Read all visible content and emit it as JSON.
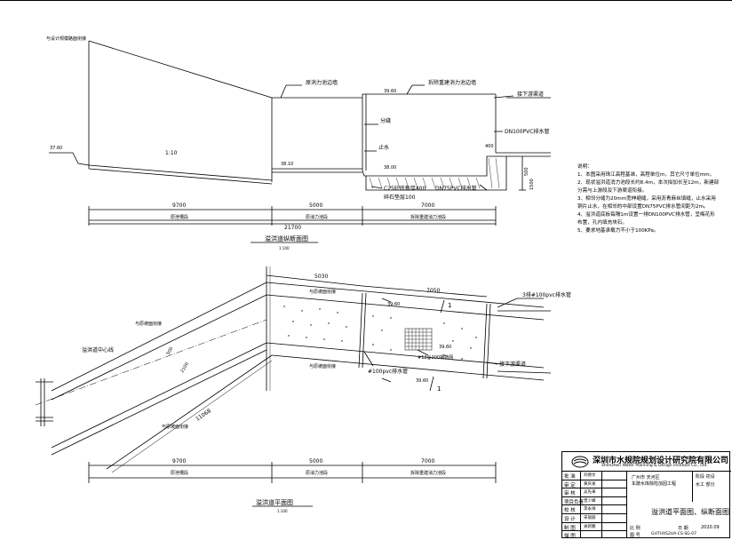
{
  "profile": {
    "top_left_note": "与设计规模路面衔接",
    "label_orig_wall": "原消力池边墙",
    "label_rebuild_wall": "拆除重建消力池边墙",
    "label_joint": "分缝",
    "label_waterstop": "止水",
    "label_downstream": "接下游渠道",
    "label_drainpipe": "DN100PVC排水管",
    "label_c25": "C25砼底板厚400",
    "label_gravel": "碎石垫层100",
    "label_dn75": "DN75PVC排水管",
    "slope": "1:10",
    "elev_left": "37.60",
    "elev_mid": "38.10",
    "elev_top": "39.60",
    "elev_bot": "38.00",
    "dim_400": "400",
    "dim_500": "500",
    "dim_1500": "1500",
    "dims": [
      "9700",
      "5000",
      "7000"
    ],
    "seg_names": [
      "原泄槽段",
      "原消力池段",
      "拆除重建消力池段"
    ],
    "total": "21700",
    "title": "溢洪道纵断面图",
    "scale": "1:100"
  },
  "plan": {
    "label_centerline": "溢洪道中心线",
    "label_road_a": "与原坡面衔接",
    "label_road_b": "与原坡面衔接",
    "label_road_c": "与原坡面衔接",
    "label_road_d": "与原坡面衔接",
    "label_pvc": "#100pvc排水管",
    "label_3pipe": "3排#100pvc排水管",
    "label_downstream": "接下游渠道",
    "label_rebar": "#12@200钢筋网",
    "elev_a": "39.60",
    "elev_b": "39.60",
    "elev_c": "39.60",
    "section_mark": "1",
    "dim_5030": "5030",
    "dim_7050": "7050",
    "dim_11068": "11068",
    "dim_500": "500",
    "dim_2100": "2100",
    "dims": [
      "9700",
      "5000",
      "7000"
    ],
    "seg_names": [
      "原泄槽段",
      "原消力池段",
      "拆除重建消力池段"
    ],
    "title": "溢洪道平面图",
    "scale": "1:100"
  },
  "notes": {
    "heading": "说明：",
    "items": [
      "1、本图采用珠江高程基准，高程单位m，其它尺寸单位mm。",
      "2、现状溢洪道消力池段长约8.4m，本次拟加长至12m，新建部分需与上游段及下游渠道衔接。",
      "3、相邻分缝为20mm宽伸缩缝，采用沥青麻丝填缝，止水采用铜片止水，在相邻的中部设置DN75PVC排水管间距为2m。",
      "4、溢洪道底板每隔1m设置一排DN100PVC排水管，呈梅花形布置，孔内填充块石。",
      "5、要求地基承载力不小于100KPa。"
    ]
  },
  "title_block": {
    "company": "深圳市水规院规划设计研究院有限公司",
    "company_en": "Shenzhen Water Planning & Design Institute Co., Ltd.",
    "rows": [
      {
        "k": "批  准",
        "v": "刘德文"
      },
      {
        "k": "审  定",
        "v": "黄庆发"
      },
      {
        "k": "审  核",
        "v": "吴先来"
      },
      {
        "k": "项目负责",
        "v": "曾少峰"
      },
      {
        "k": "校  核",
        "v": "李永祥"
      },
      {
        "k": "设  计",
        "v": "宋丽丽"
      },
      {
        "k": "制  图",
        "v": "关新鹏"
      },
      {
        "k": "描  图",
        "v": ""
      }
    ],
    "project_line1": "广州市  天河区",
    "project_line2": "车陂水库除险加固工程",
    "stage_label": "阶段",
    "stage_value": "初设",
    "part_label": "水工",
    "part_value": "部分",
    "drawing_title": "溢洪道平面图、纵断面图",
    "scale_label": "比  例",
    "scale_value": "",
    "date_label": "日  期",
    "date_value": "2020.09",
    "drawing_no_label": "图  号",
    "drawing_no": "GHTHXS2UA-CS-SG-07"
  }
}
